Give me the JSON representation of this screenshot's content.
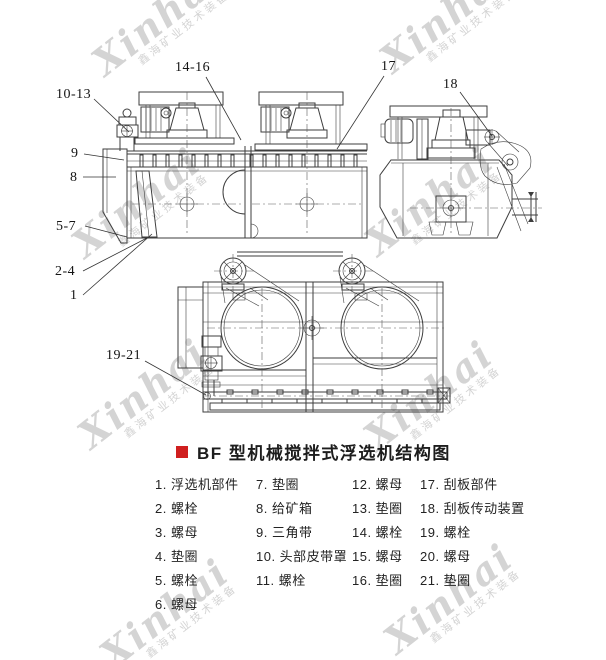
{
  "title": {
    "text": "BF 型机械搅拌式浮选机结构图",
    "bullet_color": "#d01f1f"
  },
  "watermark": {
    "brand": "Xinhai",
    "subtext": "鑫海矿业技术装备",
    "color": "#d4d4d4"
  },
  "callouts": {
    "c10_13": "10-13",
    "c9": "9",
    "c8": "8",
    "c5_7": "5-7",
    "c2_4": "2-4",
    "c1": "1",
    "c14_16": "14-16",
    "c17": "17",
    "c18": "18",
    "c19_21": "19-21"
  },
  "parts_list": {
    "col1": [
      "1. 浮选机部件",
      "2. 螺栓",
      "3. 螺母",
      "4. 垫圈",
      "5. 螺栓",
      "6. 螺母"
    ],
    "col2": [
      "7. 垫圈",
      "8. 给矿箱",
      "9. 三角带",
      "10. 头部皮带罩",
      "11. 螺栓"
    ],
    "col3": [
      "12. 螺母",
      "13. 垫圈",
      "14. 螺栓",
      "15. 螺母",
      "16. 垫圈"
    ],
    "col4": [
      "17. 刮板部件",
      "18. 刮板传动装置",
      "19. 螺栓",
      "20. 螺母",
      "21. 垫圈"
    ]
  }
}
